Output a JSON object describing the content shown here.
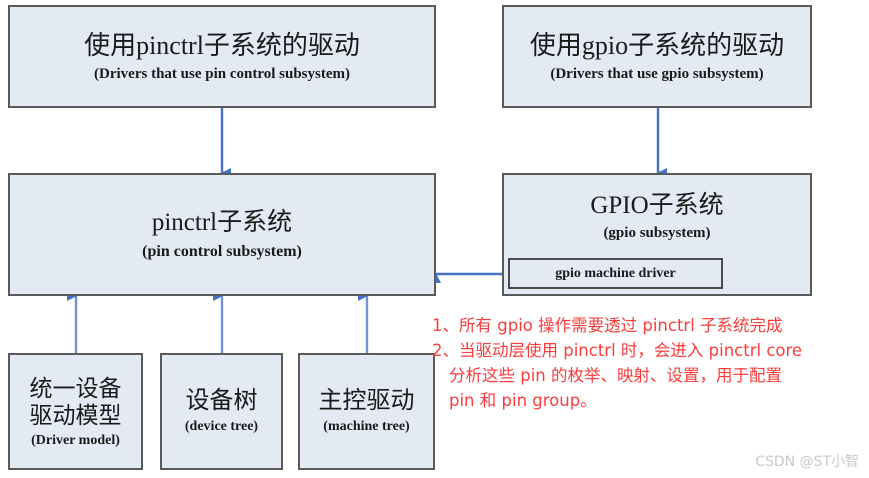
{
  "diagram": {
    "title": "pinctrl and gpio subsystem relationship diagram",
    "accent_color": "#4472c4",
    "box_fill": "#e4eaf4",
    "box_border": "#5a5a5a",
    "annotation_color": "#fa3c3c"
  },
  "nodes": {
    "drivers_pinctrl": {
      "cn": "使用pinctrl子系统的驱动",
      "en": "(Drivers that use pin control subsystem)"
    },
    "drivers_gpio": {
      "cn": "使用gpio子系统的驱动",
      "en": "(Drivers that use gpio subsystem)"
    },
    "pinctrl_subsystem": {
      "cn": "pinctrl子系统",
      "en": "(pin control subsystem)"
    },
    "gpio_subsystem": {
      "cn": "GPIO子系统",
      "en": "(gpio subsystem)"
    },
    "gpio_machine_driver": {
      "label": "gpio machine driver"
    },
    "driver_model": {
      "cn_line1": "统一设备",
      "cn_line2": "驱动模型",
      "en": "(Driver model)"
    },
    "device_tree": {
      "cn": "设备树",
      "en": "(device tree)"
    },
    "machine_tree": {
      "cn": "主控驱动",
      "en": "(machine tree)"
    }
  },
  "edges": [
    {
      "name": "drivers-pinctrl-to-pinctrl-subsystem",
      "direction": "down"
    },
    {
      "name": "drivers-gpio-to-gpio-subsystem",
      "direction": "down"
    },
    {
      "name": "gpio-machine-driver-to-pinctrl-subsystem",
      "direction": "left"
    },
    {
      "name": "driver-model-to-pinctrl-subsystem",
      "direction": "up"
    },
    {
      "name": "device-tree-to-pinctrl-subsystem",
      "direction": "up"
    },
    {
      "name": "machine-tree-to-pinctrl-subsystem",
      "direction": "up"
    }
  ],
  "annotation": {
    "line1": "1、所有 gpio 操作需要透过 pinctrl 子系统完成",
    "line2": "2、当驱动层使用 pinctrl 时，会进入 pinctrl core",
    "line3": "分析这些 pin 的枚举、映射、设置，用于配置",
    "line4": "pin 和 pin group。"
  },
  "watermark": {
    "text": "CSDN @ST小智"
  }
}
